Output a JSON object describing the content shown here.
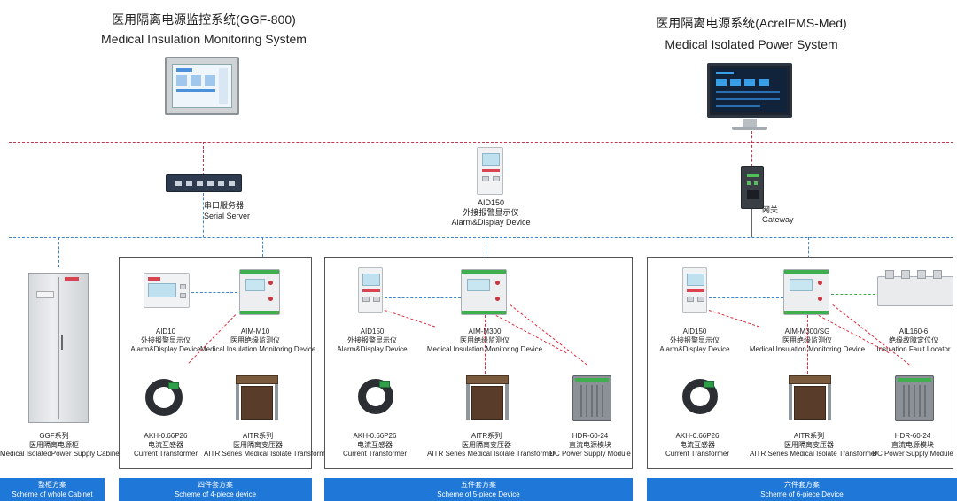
{
  "colors": {
    "red_dash": "#c0384a",
    "blue_dash": "#3d86c6",
    "green_dash": "#3aa84a",
    "footer_blue": "#1f78d8"
  },
  "header": {
    "left_cn": "医用隔离电源监控系统(GGF-800)",
    "left_en": "Medical Insulation Monitoring System",
    "right_cn": "医用隔离电源系统(AcrelEMS-Med)",
    "right_en": "Medical Isolated Power System"
  },
  "network": {
    "serial_cn": "串口服务器",
    "serial_en": "Serial Server",
    "aid_top_model": "AID150",
    "aid_top_cn": "外接报警显示仪",
    "aid_top_en": "Alarm&Display Device",
    "gateway_cn": "网关",
    "gateway_en": "Gateway"
  },
  "cabinet": {
    "cn1": "GGF系列",
    "cn2": "医用隔离电源柜",
    "en": "Medical IsolatedPower Supply Cabinet"
  },
  "scheme4": {
    "aid_model": "AID10",
    "aid_cn": "外接报警显示仪",
    "aid_en": "Alarm&Display Device",
    "aim_model": "AIM-M10",
    "aim_cn": "医用绝缘监测仪",
    "aim_en": "Medical Insulation Monitoring Device",
    "ct_model": "AKH-0.66P26",
    "ct_cn": "电流互感器",
    "ct_en": "Current Transformer",
    "tr_cn": "AITR系列",
    "tr_cn2": "医用隔离变压器",
    "tr_en": "AITR Series Medical Isolate Transformer"
  },
  "scheme5": {
    "aid_model": "AID150",
    "aid_cn": "外接报警显示仪",
    "aid_en": "Alarm&Display Device",
    "aim_model": "AIM-M300",
    "aim_cn": "医用绝缘监测仪",
    "aim_en": "Medical Insulation Monitoring Device",
    "ct_model": "AKH-0.66P26",
    "ct_cn": "电流互感器",
    "ct_en": "Current Transformer",
    "tr_cn": "AITR系列",
    "tr_cn2": "医用隔离变压器",
    "tr_en": "AITR Series Medical Isolate Transformer",
    "dc_model": "HDR-60-24",
    "dc_cn": "直流电源模块",
    "dc_en": "DC Power Supply Module"
  },
  "scheme6": {
    "aid_model": "AID150",
    "aid_cn": "外接报警显示仪",
    "aid_en": "Alarm&Display Device",
    "aim_model": "AIM-M300/SG",
    "aim_cn": "医用绝缘监测仪",
    "aim_en": "Medical Insulation Monitoring Device",
    "ail_model": "AIL160-6",
    "ail_cn": "绝缘故障定位仪",
    "ail_en": "Insulation Fault Locator",
    "ct_model": "AKH-0.66P26",
    "ct_cn": "电流互感器",
    "ct_en": "Current Transformer",
    "tr_cn": "AITR系列",
    "tr_cn2": "医用隔离变压器",
    "tr_en": "AITR Series Medical Isolate Transformer",
    "dc_model": "HDR-60-24",
    "dc_cn": "直流电源模块",
    "dc_en": "DC Power Supply Module"
  },
  "footers": [
    {
      "cn": "整柜方案",
      "en": "Scheme of whole Cabinet"
    },
    {
      "cn": "四件套方案",
      "en": "Scheme of 4-piece device"
    },
    {
      "cn": "五件套方案",
      "en": "Scheme of 5-piece Device"
    },
    {
      "cn": "六件套方案",
      "en": "Scheme of 6-piece Device"
    }
  ]
}
